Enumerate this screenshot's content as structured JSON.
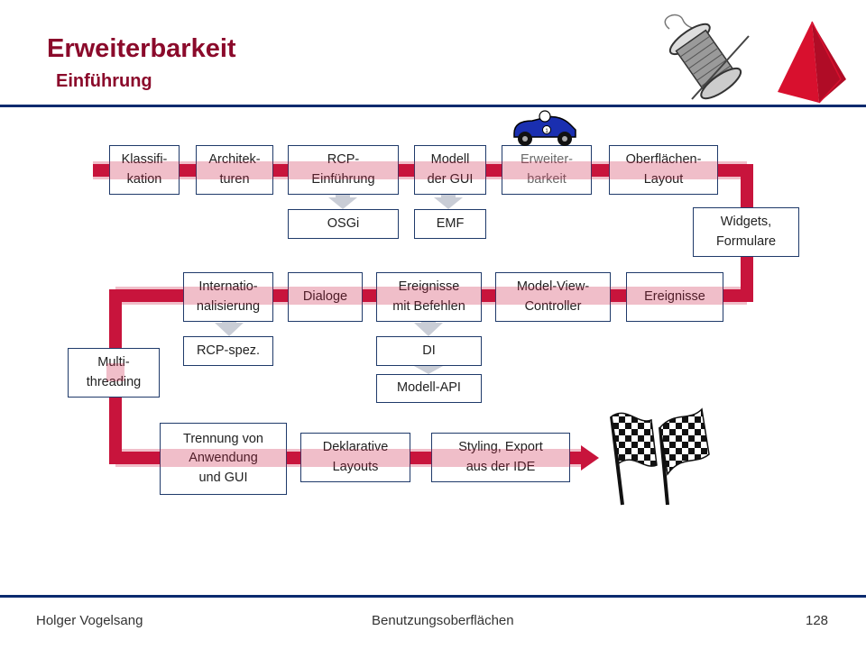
{
  "header": {
    "title": "Erweiterbarkeit",
    "subtitle": "Einführung"
  },
  "diagram": {
    "row1": [
      "Klassifi-\nkation",
      "Architek-\nturen",
      "RCP-\nEinführung",
      "Modell\nder GUI",
      "Erweiter-\nbarkeit",
      "Oberflächen-\nLayout"
    ],
    "row1_sub": [
      "OSGi",
      "EMF"
    ],
    "side_right": "Widgets,\nFormulare",
    "row2": [
      "Internatio-\nnalisierung",
      "Dialoge",
      "Ereignisse\nmit Befehlen",
      "Model-View-\nController",
      "Ereignisse"
    ],
    "row2_sub": [
      "RCP-spez.",
      "DI",
      "Modell-API"
    ],
    "side_left": "Multi-\nthreading",
    "row3": [
      "Trennung von\nAnwendung\nund GUI",
      "Deklarative\nLayouts",
      "Styling, Export\naus der IDE"
    ]
  },
  "colors": {
    "title": "#8B0A2B",
    "rule": "#0a2a6e",
    "track": "#C8143C",
    "box_border": "#1f3a6a",
    "arrow": "#c9cdd6"
  },
  "icons": [
    "thread-spool-icon",
    "tent-logo-icon",
    "race-car-icon",
    "checkered-flag-icon"
  ],
  "footer": {
    "author": "Holger Vogelsang",
    "course": "Benutzungsoberflächen",
    "page": "128"
  }
}
